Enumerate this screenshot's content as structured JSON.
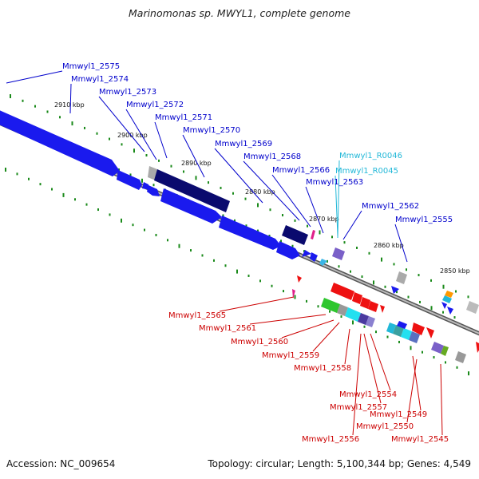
{
  "title": "Marinomonas sp. MWYL1, complete genome",
  "footer": {
    "accession": "Accession: NC_009654",
    "summary": "Topology: circular; Length: 5,100,344 bp; Genes: 4,549"
  },
  "scale_ticks": [
    "2910 kbp",
    "2900 kbp",
    "2890 kbp",
    "2880 kbp",
    "2870 kbp",
    "2860 kbp",
    "2850 kbp"
  ],
  "forward_labels": [
    {
      "text": "Mmwyl1_2575",
      "color": "#0000cc"
    },
    {
      "text": "Mmwyl1_2574",
      "color": "#0000cc"
    },
    {
      "text": "Mmwyl1_2573",
      "color": "#0000cc"
    },
    {
      "text": "Mmwyl1_2572",
      "color": "#0000cc"
    },
    {
      "text": "Mmwyl1_2571",
      "color": "#0000cc"
    },
    {
      "text": "Mmwyl1_2570",
      "color": "#0000cc"
    },
    {
      "text": "Mmwyl1_2569",
      "color": "#0000cc"
    },
    {
      "text": "Mmwyl1_2568",
      "color": "#0000cc"
    },
    {
      "text": "Mmwyl1_2566",
      "color": "#0000cc"
    },
    {
      "text": "Mmwyl1_R0046",
      "color": "#22b8d8"
    },
    {
      "text": "Mmwyl1_R0045",
      "color": "#22b8d8"
    },
    {
      "text": "Mmwyl1_2563",
      "color": "#0000cc"
    },
    {
      "text": "Mmwyl1_2562",
      "color": "#0000cc"
    },
    {
      "text": "Mmwyl1_2555",
      "color": "#0000cc"
    }
  ],
  "reverse_labels": [
    {
      "text": "Mmwyl1_2565",
      "color": "#cc0000"
    },
    {
      "text": "Mmwyl1_2561",
      "color": "#cc0000"
    },
    {
      "text": "Mmwyl1_2560",
      "color": "#cc0000"
    },
    {
      "text": "Mmwyl1_2559",
      "color": "#cc0000"
    },
    {
      "text": "Mmwyl1_2558",
      "color": "#cc0000"
    },
    {
      "text": "Mmwyl1_2554",
      "color": "#cc0000"
    },
    {
      "text": "Mmwyl1_2557",
      "color": "#cc0000"
    },
    {
      "text": "Mmwyl1_2549",
      "color": "#cc0000"
    },
    {
      "text": "Mmwyl1_2550",
      "color": "#cc0000"
    },
    {
      "text": "Mmwyl1_2556",
      "color": "#cc0000"
    },
    {
      "text": "Mmwyl1_2545",
      "color": "#cc0000"
    }
  ],
  "colors": {
    "forward_strand": "#1a1aee",
    "forward_dark": "#0a0a6e",
    "reverse_strand": "#ee1111",
    "backbone": "#888888",
    "dots": "#1a8a1a"
  }
}
